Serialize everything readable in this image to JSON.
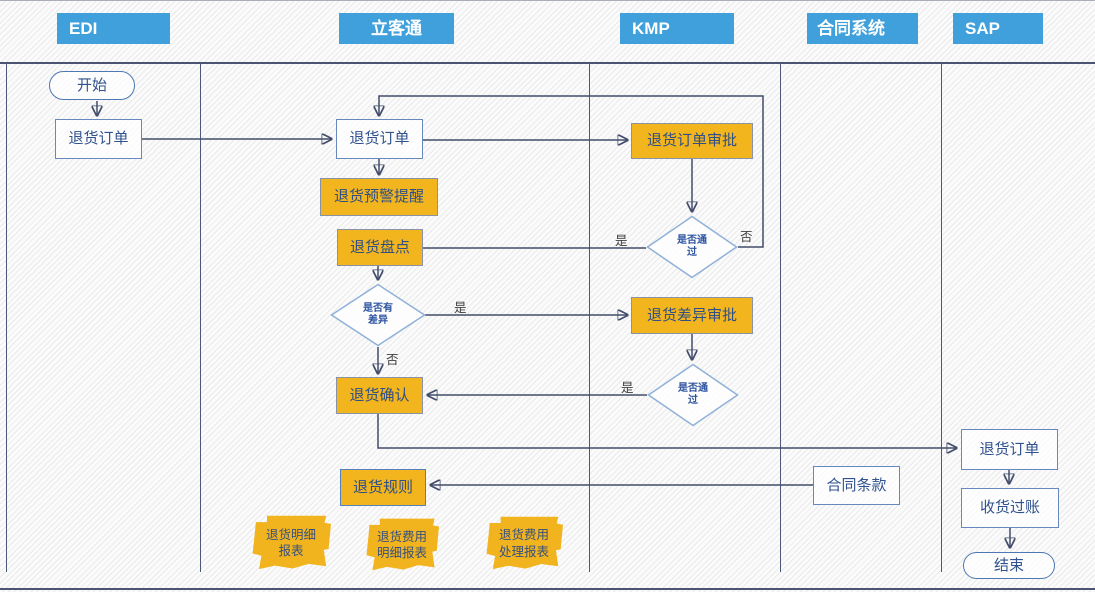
{
  "lanes": [
    {
      "label": "EDI"
    },
    {
      "label": "立客通"
    },
    {
      "label": "KMP"
    },
    {
      "label": "合同系统"
    },
    {
      "label": "SAP"
    }
  ],
  "nodes": {
    "start": {
      "label": "开始"
    },
    "edi_return_order": {
      "label": "退货订单"
    },
    "lkt_return_order": {
      "label": "退货订单"
    },
    "return_warning": {
      "label": "退货预警提醒"
    },
    "return_stocktake": {
      "label": "退货盘点"
    },
    "diff_check": {
      "line1": "是否有",
      "line2": "差异"
    },
    "return_confirm": {
      "label": "退货确认"
    },
    "return_rule": {
      "label": "退货规则"
    },
    "doc_return_detail": {
      "line1": "退货明细",
      "line2": "报表"
    },
    "doc_fee_detail": {
      "line1": "退货费用",
      "line2": "明细报表"
    },
    "doc_fee_process": {
      "line1": "退货费用",
      "line2": "处理报表"
    },
    "order_approval": {
      "label": "退货订单审批"
    },
    "pass_check_1": {
      "line1": "是否通",
      "line2": "过"
    },
    "diff_approval": {
      "label": "退货差异审批"
    },
    "pass_check_2": {
      "line1": "是否通",
      "line2": "过"
    },
    "contract_terms": {
      "label": "合同条款"
    },
    "sap_return_order": {
      "label": "退货订单"
    },
    "goods_receipt": {
      "label": "收货过账"
    },
    "end": {
      "label": "结束"
    }
  },
  "labels": {
    "yes": "是",
    "no": "否"
  },
  "colors": {
    "header_bg": "#3FA0DC",
    "process_fill": "#F2B51D",
    "connector": "#434D6B",
    "shape_border_blue": "#6688BD",
    "text_blue": "#30528F"
  }
}
